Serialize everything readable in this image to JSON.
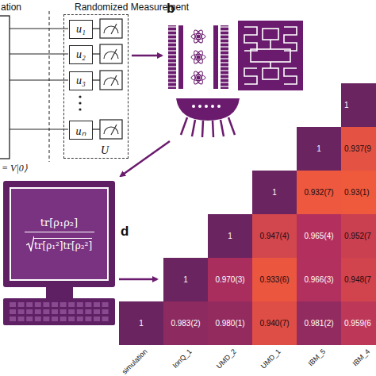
{
  "diagram": {
    "nodes": [
      {
        "text": [
          "U"
        ]
      },
      {
        "text": [
          "u₁"
        ],
        "in": 0
      },
      {
        "text": [
          "u₂"
        ],
        "in": 0
      },
      {
        "text": [
          "u₃"
        ],
        "in": 0
      },
      {
        "text": [
          "uₙ"
        ],
        "in": 0
      },
      {
        "text": [
          "tr[ρ₁ρ₂]",
          "tr[ρ₁²]tr[ρ₂²]"
        ]
      }
    ],
    "labels": [
      "ation",
      "Randomized Measurement",
      "= V|0⟩",
      "b",
      "d",
      "1",
      "1",
      "0.937(9",
      "1",
      "0.932(7)",
      "0.93(1)",
      "1",
      "0.947(4)",
      "0.965(4)",
      "0.952(7",
      "1",
      "0.970(3)",
      "0.933(6)",
      "0.966(3)",
      "0.948(7",
      "1",
      "0.983(2)",
      "0.980(1)",
      "0.940(7)",
      "0.981(2)",
      "0.959(6",
      "simulation",
      "IonQ_1",
      "UMD_2",
      "UMD_1",
      "IBM_5",
      "IBM_4"
    ]
  }
}
